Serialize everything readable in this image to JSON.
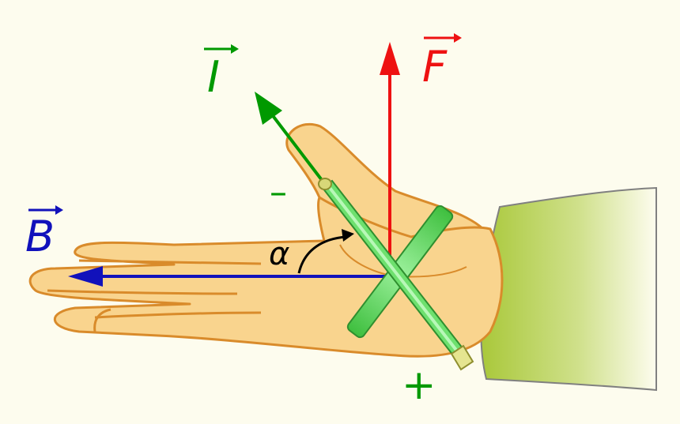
{
  "labels": {
    "current": "I",
    "force": "F",
    "field": "B",
    "angle": "α",
    "minus": "–",
    "plus": "+"
  },
  "colors": {
    "background": "#fdfcee",
    "current": "#009900",
    "force": "#ee1111",
    "field": "#1111bb",
    "angle": "#000000",
    "skin": "#f9d48e",
    "skin_outline": "#d98b2b",
    "conductor": "#66dd66",
    "sleeve": "#a8c83c"
  }
}
